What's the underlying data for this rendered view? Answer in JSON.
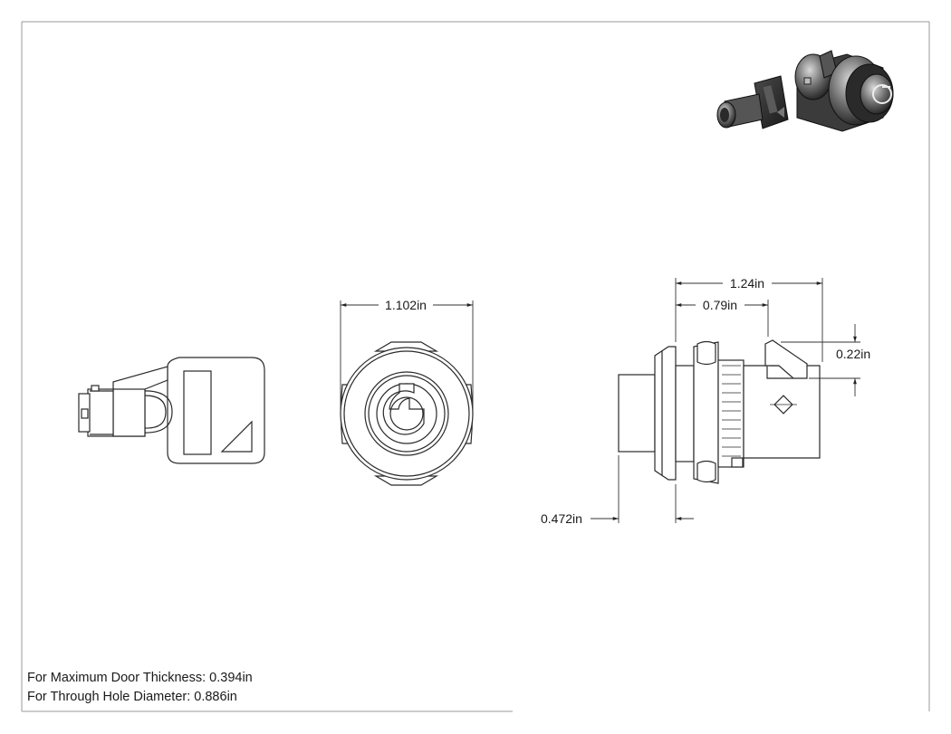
{
  "dimensions": {
    "front_width": "1.102in",
    "overall_length": "1.24in",
    "body_length": "0.79in",
    "latch_height": "0.22in",
    "flange_offset": "0.472in"
  },
  "notes": {
    "door_thickness": "For Maximum Door Thickness: 0.394in",
    "hole_diameter": "For Through Hole Diameter: 0.886in"
  }
}
